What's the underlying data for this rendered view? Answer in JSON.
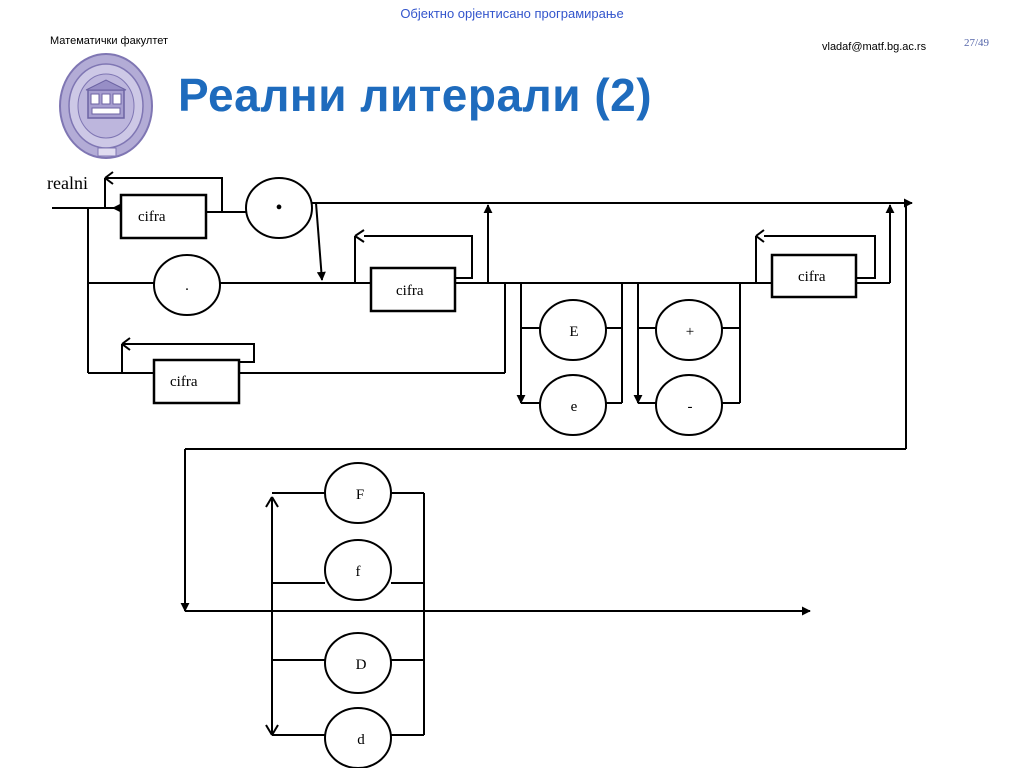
{
  "header": {
    "course_title": "Објектно орјентисано програмирање",
    "faculty": "Математички факултет",
    "email": "vladaf@matf.bg.ac.rs",
    "page": "27/49"
  },
  "slide": {
    "title": "Реални литерали (2)"
  },
  "diagram": {
    "start_label": "realni",
    "boxes": {
      "cifra_top": "cifra",
      "cifra_mid": "cifra",
      "cifra_bottom": "cifra",
      "cifra_exp": "cifra"
    },
    "circles": {
      "dot_top": "•",
      "dot_mid": ".",
      "exp_upper": "E",
      "exp_lower": "e",
      "sign_plus": "+",
      "sign_minus": "-",
      "suffix_F": "F",
      "suffix_f": "f",
      "suffix_D": "D",
      "suffix_d": "d"
    }
  },
  "colors": {
    "title": "#1e6bbd",
    "course_title": "#3355cc",
    "logo": "#8f86bf"
  }
}
